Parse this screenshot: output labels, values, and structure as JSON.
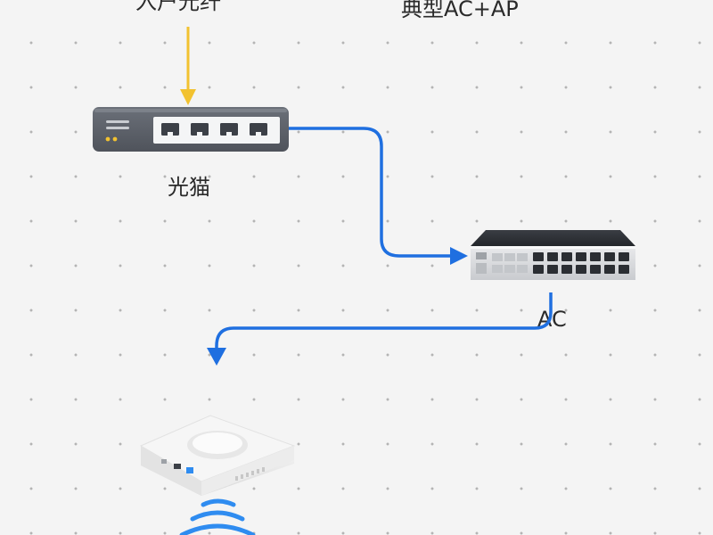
{
  "diagram": {
    "title": "典型AC+AP",
    "nodes": {
      "fiber": {
        "label": "入户光纤",
        "icon": "fiber-input-icon"
      },
      "modem": {
        "label": "光猫",
        "icon": "optical-modem-icon"
      },
      "ac": {
        "label": "AC",
        "icon": "ac-controller-icon"
      },
      "ap": {
        "label": "",
        "icon": "ceiling-ap-icon"
      }
    },
    "edges": [
      {
        "from": "fiber",
        "to": "modem",
        "color": "#f2c230"
      },
      {
        "from": "modem",
        "to": "ac",
        "color": "#1f6fe0"
      },
      {
        "from": "ac",
        "to": "ap",
        "color": "#1f6fe0"
      }
    ],
    "colors": {
      "background": "#f4f4f4",
      "grid_dot": "#b4b4b4",
      "fiber_line": "#f2c230",
      "network_line": "#1f6fe0",
      "wifi_signal": "#2f8cf0"
    }
  }
}
